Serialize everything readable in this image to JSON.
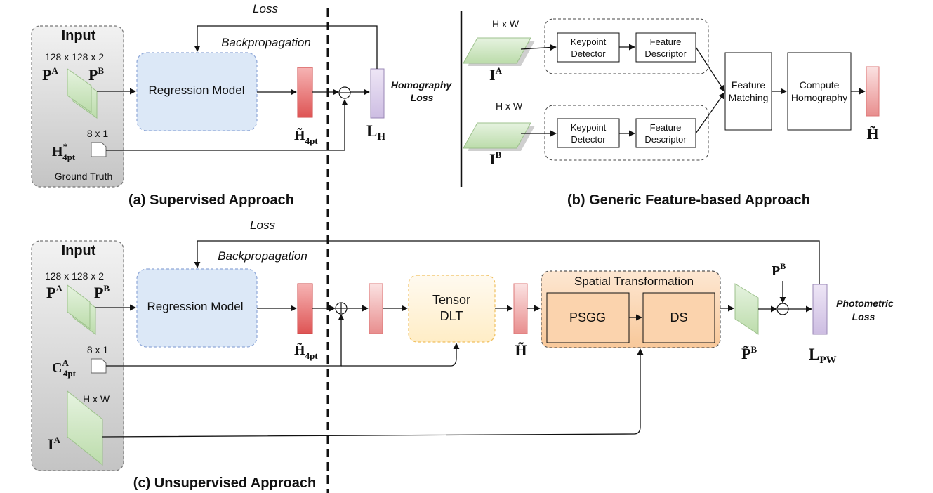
{
  "panel_a": {
    "caption": "(a) Supervised Approach",
    "input_title": "Input",
    "patch_dims": "128 x 128 x 2",
    "pa_base": "P",
    "pa_sup": "A",
    "pb_base": "P",
    "pb_sup": "B",
    "regression_label": "Regression Model",
    "output_base": "H̃",
    "output_sub": "4pt",
    "gt_dims": "8 x 1",
    "gt_base": "H",
    "gt_sup": "*",
    "gt_sub": "4pt",
    "gt_caption": "Ground Truth",
    "loss_label": "Loss",
    "backprop_label": "Backpropagation",
    "loss_name_line1": "Homography",
    "loss_name_line2": "Loss",
    "loss_symbol_base": "L",
    "loss_symbol_sub": "H"
  },
  "panel_b": {
    "caption": "(b) Generic Feature-based Approach",
    "image_dims_top": "H x W",
    "image_dims_bottom": "H x W",
    "ia_base": "I",
    "ia_sup": "A",
    "ib_base": "I",
    "ib_sup": "B",
    "keypoint_line1": "Keypoint",
    "keypoint_line2": "Detector",
    "descriptor_line1": "Feature",
    "descriptor_line2": "Descriptor",
    "matching_line1": "Feature",
    "matching_line2": "Matching",
    "compute_line1": "Compute",
    "compute_line2": "Homography",
    "output_symbol": "H̃"
  },
  "panel_c": {
    "caption": "(c) Unsupervised Approach",
    "input_title": "Input",
    "patch_dims": "128 x 128 x 2",
    "pa_base": "P",
    "pa_sup": "A",
    "pb_base": "P",
    "pb_sup": "B",
    "regression_label": "Regression Model",
    "output_base": "H̃",
    "output_sub": "4pt",
    "corner_dims": "8 x 1",
    "corner_base": "C",
    "corner_sup": "A",
    "corner_sub": "4pt",
    "image_dims": "H x W",
    "ia_base": "I",
    "ia_sup": "A",
    "loss_label": "Loss",
    "backprop_label": "Backpropagation",
    "tensor_line1": "Tensor",
    "tensor_line2": "DLT",
    "h_symbol": "H̃",
    "spatial_title": "Spatial Transformation",
    "psgg_label": "PSGG",
    "ds_label": "DS",
    "warped_base": "P̃",
    "warped_sup": "B",
    "pb_in_base": "P",
    "pb_in_sup": "B",
    "loss_name_line1": "Photometric",
    "loss_name_line2": "Loss",
    "loss_symbol_base": "L",
    "loss_symbol_sub": "PW"
  },
  "colors": {
    "regression_fill": "#dce8f7",
    "regression_stroke": "#8fa8d8",
    "output_red": "#e46a6a",
    "loss_purple": "#ddd0ec",
    "patch_green": "#cfe8c4",
    "input_gray": "#d2d2d2",
    "tensor_fill": "#fff4d6",
    "spatial_fill": "#fbd7b2"
  }
}
